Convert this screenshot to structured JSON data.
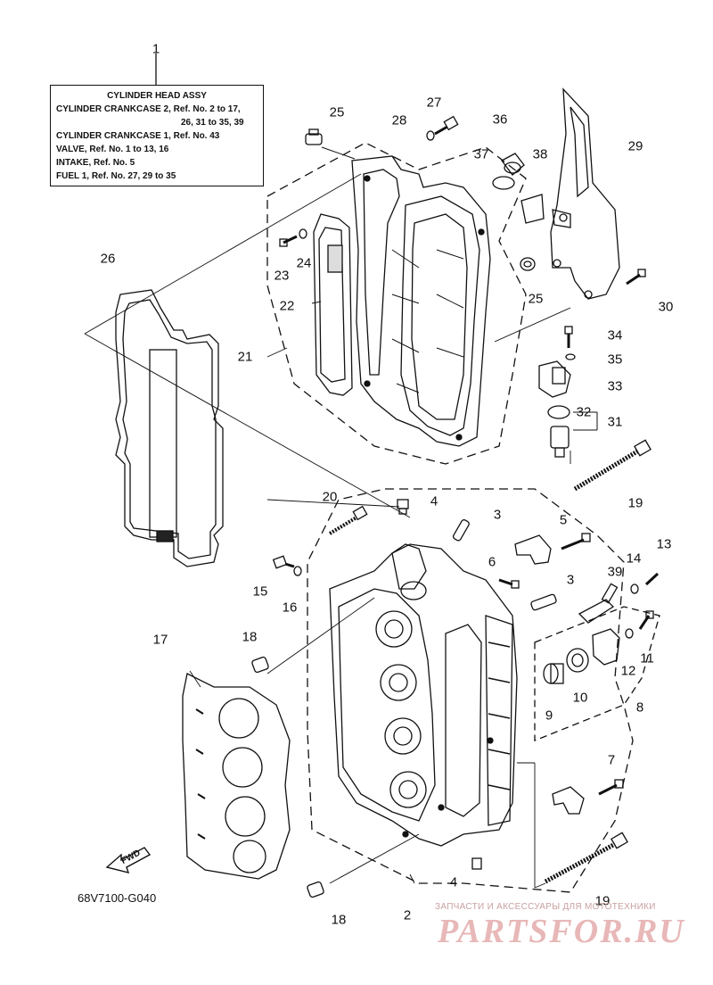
{
  "legend": {
    "ref_no": "1",
    "line1": "CYLINDER HEAD ASSY",
    "line2a": "CYLINDER CRANKCASE 2,  Ref. No. 2 to 17,",
    "line2b": "26, 31 to 35, 39",
    "line3": "CYLINDER CRANKCASE 1,  Ref. No. 43",
    "line4": "VALVE,   Ref. No. 1 to 13, 16",
    "line5": "INTAKE,  Ref. No. 5",
    "line6": "FUEL 1,  Ref. No. 27, 29 to 35"
  },
  "callouts": {
    "c2": "2",
    "c3a": "3",
    "c3b": "3",
    "c4a": "4",
    "c4b": "4",
    "c5": "5",
    "c6": "6",
    "c7": "7",
    "c8": "8",
    "c9": "9",
    "c10": "10",
    "c11": "11",
    "c12": "12",
    "c13": "13",
    "c14": "14",
    "c15": "15",
    "c16": "16",
    "c17": "17",
    "c18a": "18",
    "c18b": "18",
    "c19a": "19",
    "c19b": "19",
    "c20": "20",
    "c21": "21",
    "c22": "22",
    "c23": "23",
    "c24": "24",
    "c25a": "25",
    "c25b": "25",
    "c26": "26",
    "c27": "27",
    "c28": "28",
    "c29": "29",
    "c30": "30",
    "c31": "31",
    "c32": "32",
    "c33": "33",
    "c34": "34",
    "c35": "35",
    "c36": "36",
    "c37": "37",
    "c38": "38",
    "c39": "39"
  },
  "fwd_label": "FWD",
  "diagram_code": "68V7100-G040",
  "watermark": {
    "tagline": "ЗАПЧАСТИ И АКСЕССУАРЫ ДЛЯ МОТОТЕХНИКИ",
    "logo": "PARTSFOR.RU"
  }
}
